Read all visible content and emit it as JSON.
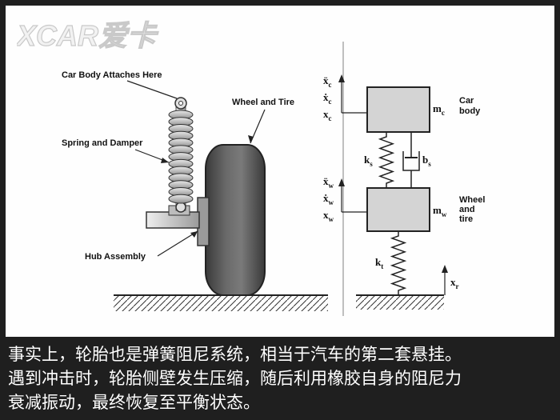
{
  "watermark": {
    "text": "XCAR爱卡"
  },
  "labels": {
    "car_body_attaches": "Car Body Attaches Here",
    "spring_damper": "Spring and Damper",
    "hub_assembly": "Hub Assembly",
    "wheel_tire": "Wheel and Tire"
  },
  "model": {
    "body": {
      "mass": "m",
      "mass_sub": "c",
      "name_line1": "Car",
      "name_line2": "body",
      "accel": "ẍ",
      "accel_sub": "c",
      "vel": "ẋ",
      "vel_sub": "c",
      "pos": "x",
      "pos_sub": "c"
    },
    "suspension": {
      "spring": "k",
      "spring_sub": "s",
      "damper": "b",
      "damper_sub": "s"
    },
    "wheel": {
      "mass": "m",
      "mass_sub": "w",
      "name_line1": "Wheel",
      "name_line2": "and",
      "name_line3": "tire",
      "accel": "ẍ",
      "accel_sub": "w",
      "vel": "ẋ",
      "vel_sub": "w",
      "pos": "x",
      "pos_sub": "w"
    },
    "tire": {
      "spring": "k",
      "spring_sub": "t"
    },
    "road": {
      "input": "x",
      "input_sub": "r"
    }
  },
  "caption": {
    "line1": "事实上，轮胎也是弹簧阻尼系统，相当于汽车的第二套悬挂。",
    "line2": "遇到冲击时，轮胎侧壁发生压缩，随后利用橡胶自身的阻尼力",
    "line3": "衰减振动，最终恢复至平衡状态。"
  }
}
